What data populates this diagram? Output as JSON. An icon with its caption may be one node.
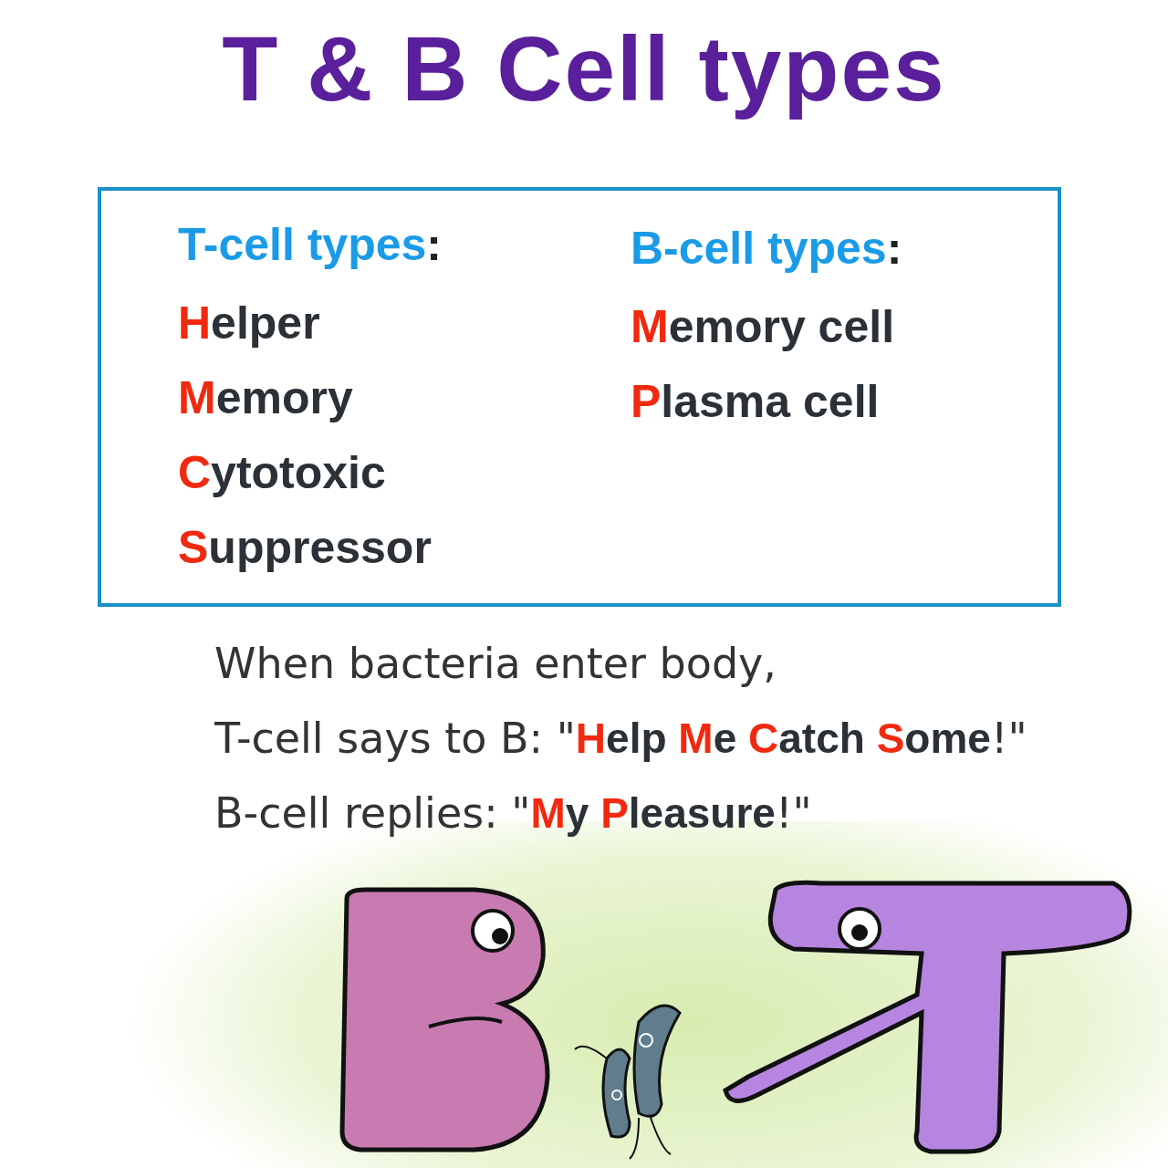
{
  "diagram": {
    "title": "T & B Cell types",
    "nodes": [
      {
        "text": [
          "T-cell types:",
          "Helper",
          "Memory",
          "Cytotoxic",
          "Suppressor",
          "B-cell types:",
          "Memory cell",
          "Plasma cell"
        ]
      }
    ],
    "labels": [
      "When bacteria enter body,",
      "T-cell says to B: \"**Help Me Catch Some**!\"",
      "B-cell replies: \"**My Pleasure**!\""
    ]
  }
}
